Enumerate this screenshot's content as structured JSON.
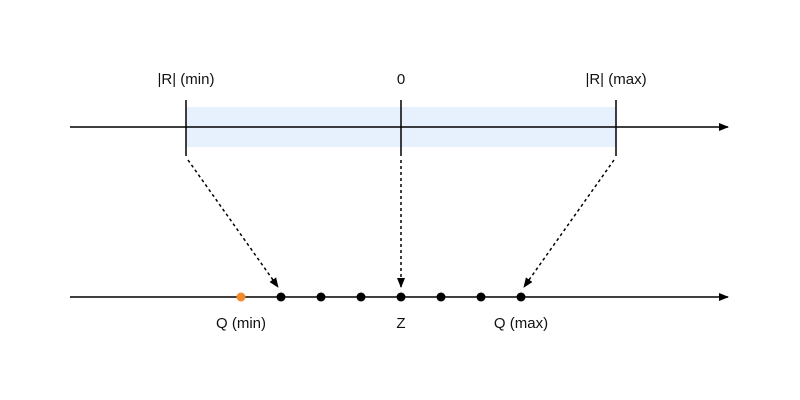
{
  "real_axis": {
    "label_min": "|R| (min)",
    "label_zero": "0",
    "label_max": "|R| (max)"
  },
  "quant_axis": {
    "label_min": "Q (min)",
    "label_zero": "Z",
    "label_max": "Q (max)",
    "tick_count": 7,
    "extra_point_count": 1
  },
  "colors": {
    "range_band": "#e6f1fd",
    "line": "#000000",
    "point": "#000000",
    "out_of_range_point": "#f08a2c"
  }
}
